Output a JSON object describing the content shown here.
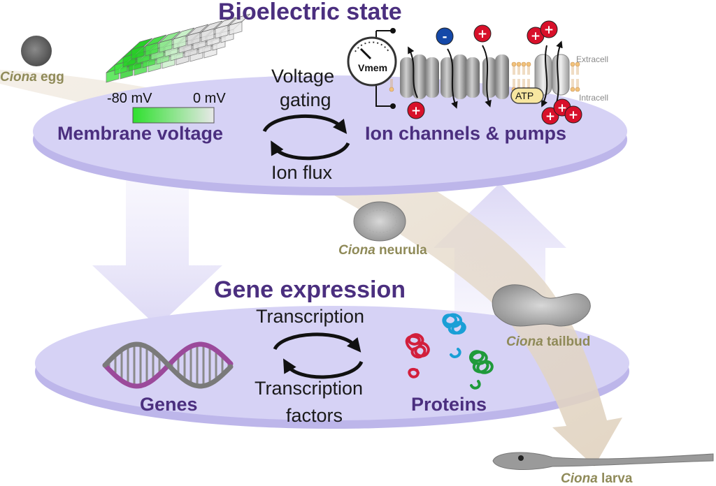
{
  "title_top": "Bioelectric state",
  "title_bottom": "Gene expression",
  "top_platform": {
    "left_label": "Membrane voltage",
    "right_label": "Ion channels & pumps",
    "cycle_top": [
      "Voltage",
      "gating"
    ],
    "cycle_bottom": "Ion flux",
    "scale_min": "-80 mV",
    "scale_max": "0 mV",
    "meter_label": "Vmem",
    "extracellular": "Extracell",
    "intracellular": "Intracell",
    "pump_label": "ATP"
  },
  "bottom_platform": {
    "left_label": "Genes",
    "right_label": "Proteins",
    "cycle_top": "Transcription",
    "cycle_bottom": [
      "Transcription",
      "factors"
    ]
  },
  "stages": [
    {
      "italic": "Ciona",
      "rest": " egg"
    },
    {
      "italic": "Ciona",
      "rest": " neurula"
    },
    {
      "italic": "Ciona",
      "rest": " tailbud"
    },
    {
      "italic": "Ciona",
      "rest": " larva"
    }
  ],
  "ion_signs": {
    "cation": "+",
    "anion": "-"
  },
  "colors": {
    "platform": "#d5d1f4",
    "platform_edge": "#b9b3e6",
    "title": "#4b2f7f",
    "stage_text": "#8f8a58",
    "timeline_arrow": "#e3d8c9",
    "voltage_gradient_low": "#33dd33",
    "voltage_gradient_high": "#e6e6e6",
    "cation": "#d8102a",
    "anion": "#1448a8"
  }
}
